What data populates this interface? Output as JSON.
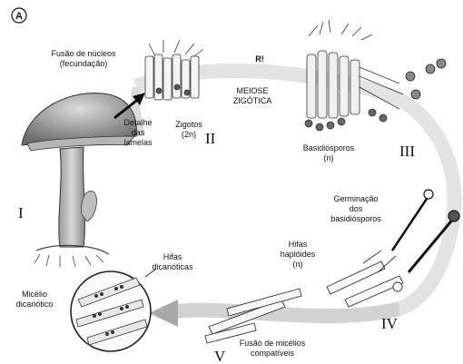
{
  "panel_label": "A",
  "cycle_label": "R!",
  "meiosis_label_line1": "MEIOSE",
  "meiosis_label_line2": "ZIGÓTICA",
  "fusion_nuclei_line1": "Fusão de núcleos",
  "fusion_nuclei_line2": "(fecundação)",
  "gill_detail_line1": "Detalhe",
  "gill_detail_line2": "das",
  "gill_detail_line3": "lamelas",
  "zygotes_line1": "Zigotos",
  "zygotes_line2": "(2n)",
  "basidiospores_line1": "Basidiósporos",
  "basidiospores_line2": "(n)",
  "germination_line1": "Germinação",
  "germination_line2": "dos",
  "germination_line3": "basidiósporos",
  "haploid_hyphae_line1": "Hifas",
  "haploid_hyphae_line2": "haplóides",
  "haploid_hyphae_line3": "(n)",
  "dikaryotic_hyphae_line1": "Hifas",
  "dikaryotic_hyphae_line2": "dicarióticas",
  "dikaryotic_mycelium_line1": "Micélio",
  "dikaryotic_mycelium_line2": "dicariótico",
  "fusion_mycelia_line1": "Fusão de micélios",
  "fusion_mycelia_line2": "compatíveis",
  "stages": {
    "I": "I",
    "II": "II",
    "III": "III",
    "IV": "IV",
    "V": "V"
  }
}
